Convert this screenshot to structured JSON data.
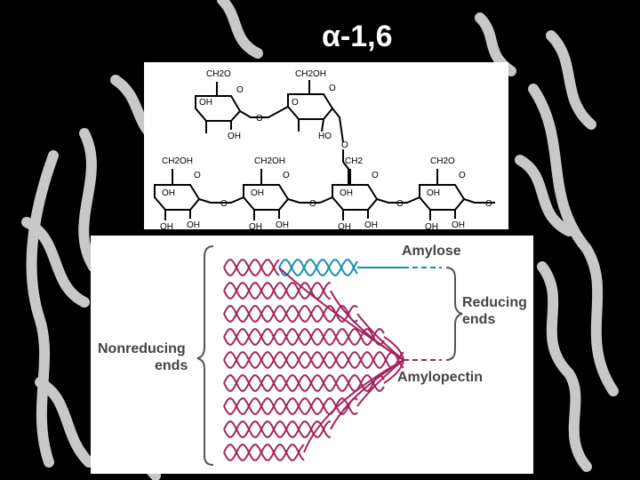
{
  "slide": {
    "title": "α-1,6",
    "background_color": "#000000"
  },
  "structure": {
    "labels": {
      "ch2o": "CH2O",
      "ch2oh": "CH2OH",
      "ch2": "CH2",
      "oh": "OH",
      "ho": "HO",
      "ring_o": "O",
      "link_o": "O"
    }
  },
  "diagram": {
    "amylose_label": "Amylose",
    "reducing_ends_label": [
      "Reducing",
      "ends"
    ],
    "nonreducing_ends_label": [
      "Nonreducing",
      "ends"
    ],
    "amylopectin_label": "Amylopectin",
    "colors": {
      "amylose": "#1a8fa8",
      "amylopectin": "#a3245c",
      "text": "#444444"
    }
  }
}
